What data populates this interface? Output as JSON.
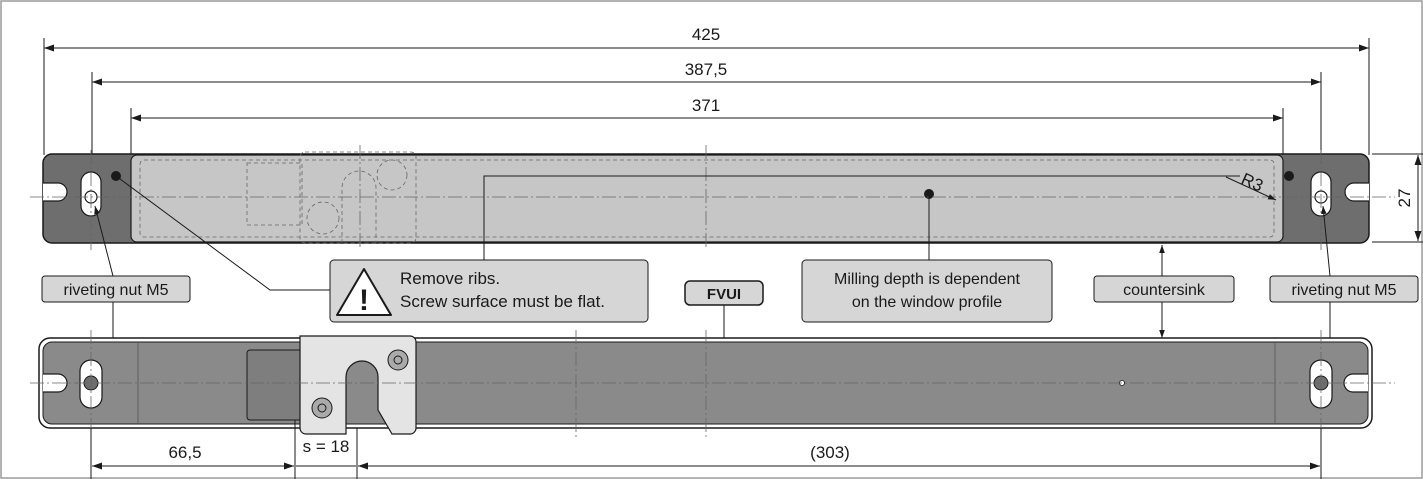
{
  "dimensions": {
    "overall_length": "425",
    "hole_distance": "387,5",
    "milling_length": "371",
    "height": "27",
    "radius": "R3",
    "hole_to_plate": "66,5",
    "plate_thickness": "s = 18",
    "remaining": "(303)"
  },
  "labels": {
    "riveting_nut_left": "riveting nut M5",
    "riveting_nut_right": "riveting nut M5",
    "warning_line1": "Remove ribs.",
    "warning_line2": "Screw surface must be flat.",
    "milling_line1": "Milling depth is dependent",
    "milling_line2": "on the window profile",
    "countersink": "countersink",
    "badge": "FVUI"
  },
  "icons": {
    "warning": "warning-triangle-icon"
  },
  "colors": {
    "end_cap": "#6e6e6e",
    "milling_area": "#c6c6c6",
    "bottom_body": "#8a8a8a",
    "label_box": "#d6d6d6",
    "plate": "#e4e4e4"
  }
}
